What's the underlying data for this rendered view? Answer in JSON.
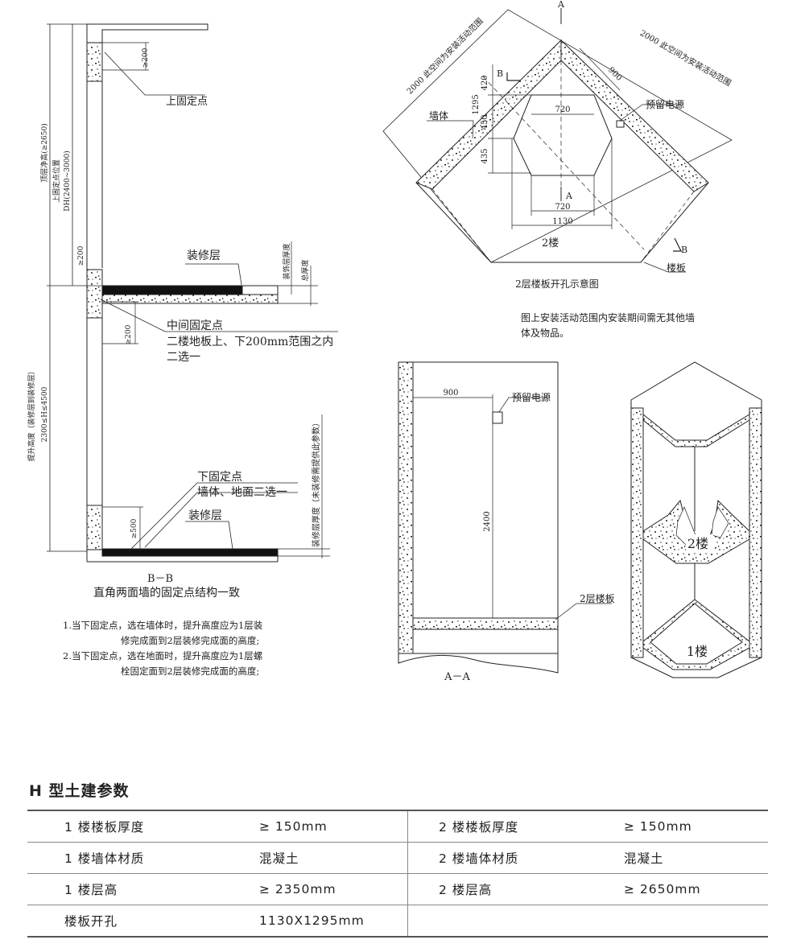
{
  "bb_section": {
    "dims": {
      "gt200_top": "≥200",
      "gt200_mid_upper": "≥200",
      "gt200_mid_lower": "≥200",
      "gt500": "≥500",
      "top_height": "顶层净高(≥2650)",
      "top_fix_pos": "上固定点位置",
      "dh": "DH(2400~3000)",
      "lift_height": "提升高度（装修层到装修层）",
      "lift_range": "2300≤H≤4500",
      "deco_thick": "装饰层厚度",
      "total_thick": "总厚度",
      "lower_deco_thick": "装修层厚度（未装修需提供此参数）"
    },
    "labels": {
      "upper_fix": "上固定点",
      "deco_upper": "装修层",
      "mid_fix": "中间固定点",
      "mid_fix_note1": "二楼地板上、下200mm范围之内",
      "mid_fix_note2": "二选一",
      "lower_fix": "下固定点",
      "lower_fix_note": "墙体、地面二选一",
      "deco_lower": "装修层"
    },
    "caption": "B－B",
    "caption_note": "直角两面墙的固定点结构一致",
    "notes": [
      "1.当下固定点，选在墙体时，提升高度应为1层装",
      "修完成面到2层装修完成面的高度;",
      "2.当下固定点，选在地面时，提升高度应为1层螺",
      "栓固定面到2层装修完成面的高度;"
    ]
  },
  "plan": {
    "marker_a": "A",
    "marker_b": "B",
    "range_left": "2000  此空间为安装活动范围",
    "range_right": "2000  此空间为安装活动范围",
    "dims": {
      "d900": "900",
      "d420": "420",
      "d1295": "1295",
      "d450": "450",
      "d435": "435",
      "d720_top": "720",
      "d720_bot": "720",
      "d1130": "1130"
    },
    "labels": {
      "wall": "墙体",
      "power": "预留电源",
      "floor": "2楼",
      "slab": "楼板"
    },
    "caption": "2层楼板开孔示意图",
    "note": [
      "图上安装活动范围内安装期间需无其他墙",
      "体及物品。"
    ]
  },
  "aa_section": {
    "d900": "900",
    "power": "预留电源",
    "d2400": "2400",
    "slab_label": "2层楼板",
    "caption": "A－A"
  },
  "iso": {
    "floor2": "2楼",
    "floor1": "1楼"
  },
  "params": {
    "title": "H 型土建参数",
    "rows": [
      [
        "1 楼楼板厚度",
        "≥ 150mm",
        "2 楼楼板厚度",
        "≥ 150mm"
      ],
      [
        "1 楼墙体材质",
        "混凝土",
        "2 楼墙体材质",
        "混凝土"
      ],
      [
        "1 楼层高",
        "≥ 2350mm",
        "2 楼层高",
        "≥ 2650mm"
      ],
      [
        "楼板开孔",
        "1130X1295mm",
        "",
        ""
      ]
    ]
  }
}
